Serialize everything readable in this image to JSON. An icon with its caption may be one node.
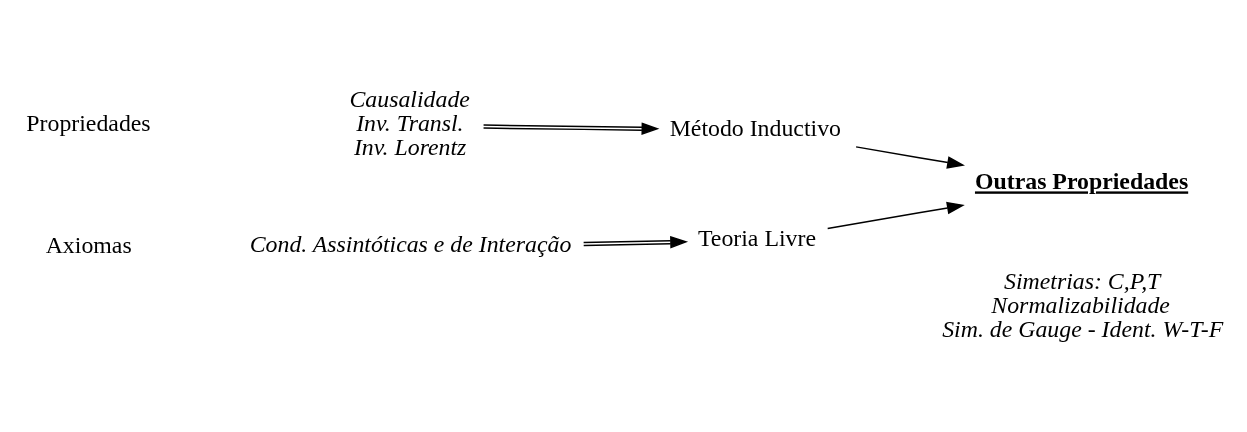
{
  "diagram": {
    "nodes": [
      {
        "text": [
          "Propriedades"
        ]
      },
      {
        "text": [
          "Causalidade",
          "Inv. Transl.",
          "Inv. Lorentz"
        ]
      },
      {
        "text": [
          "Método Inductivo"
        ]
      },
      {
        "text": [
          "Axiomas"
        ]
      },
      {
        "text": [
          "Cond. Assintóticas e de Interação"
        ]
      },
      {
        "text": [
          "Teoria Livre"
        ]
      },
      {
        "text": [
          "Outras Propriedades"
        ]
      },
      {
        "text": [
          "Simetrias: C,P,T",
          "Normalizabilidade",
          "Sim. de Gauge - Ident. W-T-F"
        ]
      }
    ],
    "edges": [
      {
        "from": 1,
        "to": 2,
        "arrow": "to"
      },
      {
        "from": 4,
        "to": 5,
        "arrow": "to"
      },
      {
        "from": 2,
        "to": 6,
        "arrow": "to"
      },
      {
        "from": 5,
        "to": 6,
        "arrow": "to"
      }
    ]
  }
}
